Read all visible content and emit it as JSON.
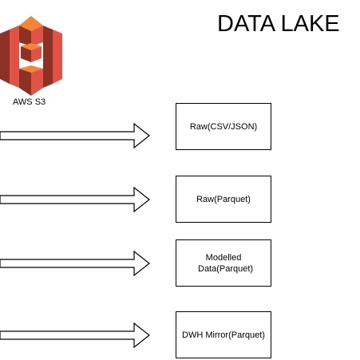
{
  "title": "DATA LAKE",
  "logo": {
    "icon": "aws-s3-bucket-icon",
    "label": "AWS S3",
    "colors": {
      "primary": "#e05243",
      "dark": "#8c3123",
      "light": "#f58536"
    }
  },
  "layers": [
    {
      "label": "Raw(CSV/JSON)"
    },
    {
      "label": "Raw(Parquet)"
    },
    {
      "label": "Modelled Data(Parquet)"
    },
    {
      "label": "DWH Mirror(Parquet)"
    }
  ],
  "arrow_icon": "right-arrow-icon"
}
